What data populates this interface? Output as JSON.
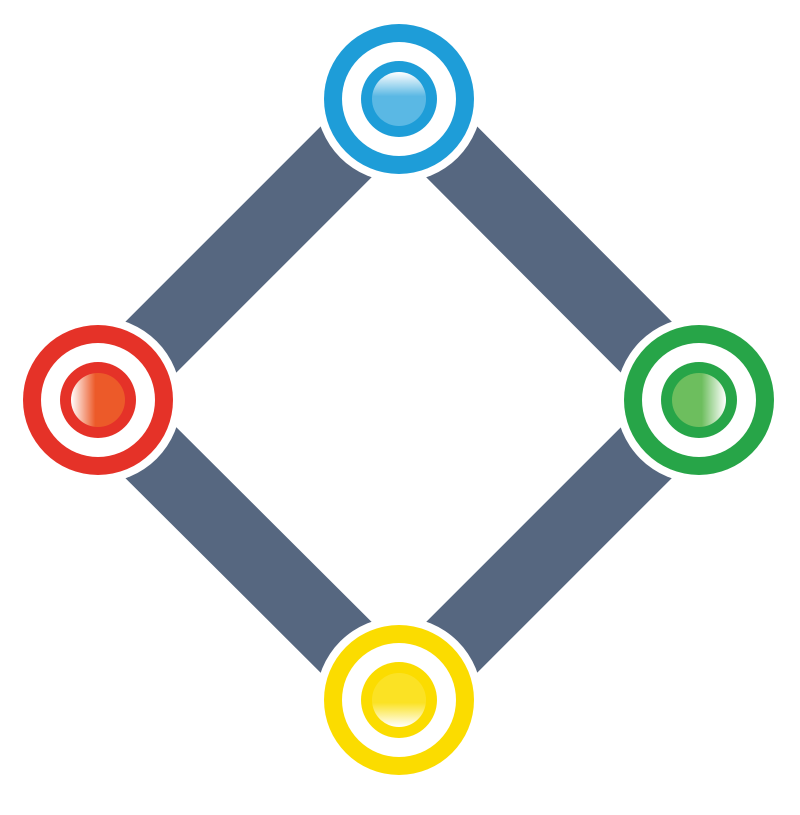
{
  "diagram": {
    "connector_color": "#566780",
    "nodes": [
      {
        "id": "top",
        "color": "#1e9dd8",
        "light": "#5ab8e4"
      },
      {
        "id": "right",
        "color": "#27a548",
        "light": "#6dbe5e"
      },
      {
        "id": "bottom",
        "color": "#fbdc00",
        "light": "#fbe224"
      },
      {
        "id": "left",
        "color": "#e53228",
        "light": "#ec5a29"
      }
    ]
  }
}
